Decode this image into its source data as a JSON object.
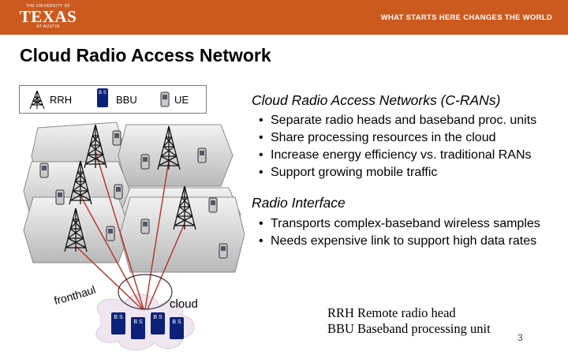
{
  "header": {
    "logo_top": "THE UNIVERSITY OF",
    "logo_main": "TEXAS",
    "logo_bottom": "AT AUSTIN",
    "tagline": "WHAT STARTS HERE CHANGES THE WORLD",
    "banner_color": "#cc5a1f"
  },
  "slide": {
    "title": "Cloud Radio Access Network",
    "page_number": "3"
  },
  "legend": {
    "rrh_label": "RRH",
    "bbu_label": "BBU",
    "ue_label": "UE",
    "bbu_glyph": "B S",
    "icons": [
      "tower-icon",
      "bbu-icon",
      "phone-icon"
    ]
  },
  "diagram": {
    "cloud_label": "cloud",
    "fronthaul_label": "fronthaul",
    "bbu_glyph": "B S",
    "bbu_color": "#0c2278"
  },
  "cran": {
    "title": "Cloud Radio Access Networks (C-RANs)",
    "bullets": [
      "Separate radio heads and baseband proc. units",
      "Share processing resources in the cloud",
      "Increase energy efficiency vs. traditional RANs",
      "Support growing mobile traffic"
    ]
  },
  "radio": {
    "title": "Radio Interface",
    "bullets": [
      "Transports complex-baseband wireless samples",
      "Needs expensive link to support high data rates"
    ]
  },
  "definitions": {
    "rrh": "RRH Remote radio head",
    "bbu": "BBU Baseband processing unit"
  }
}
